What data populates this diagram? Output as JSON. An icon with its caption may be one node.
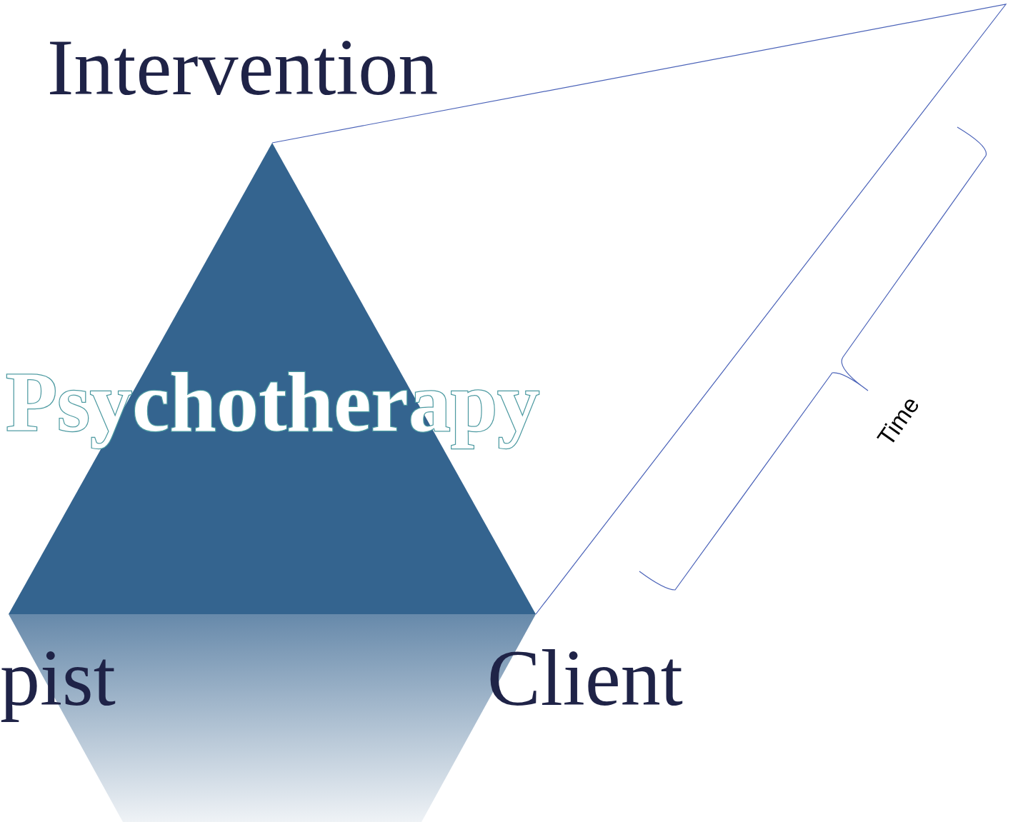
{
  "diagram": {
    "nodes": [
      {
        "text": [
          "Psychotherapy"
        ],
        "beside": [
          "Intervention",
          "pist",
          "Client"
        ]
      }
    ],
    "labels": [
      "Time"
    ]
  }
}
